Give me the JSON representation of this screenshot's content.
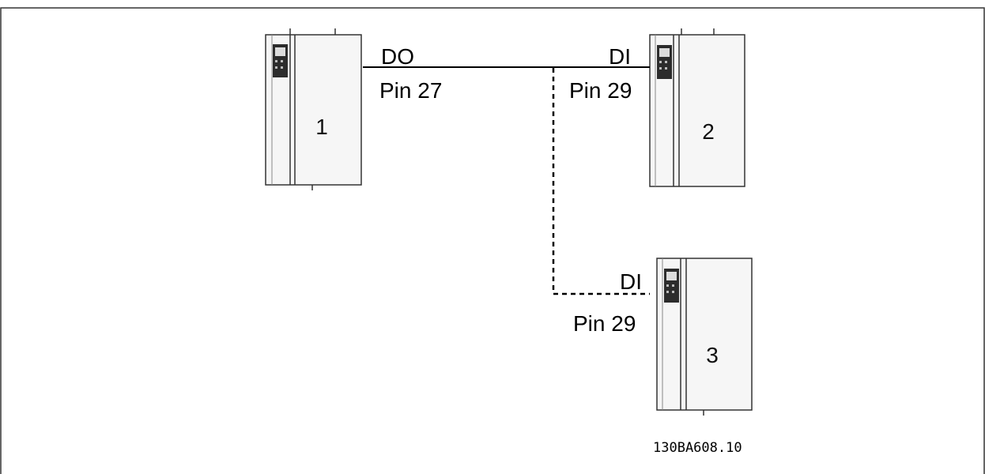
{
  "drives": [
    {
      "number": "1"
    },
    {
      "number": "2"
    },
    {
      "number": "3"
    }
  ],
  "connections": {
    "output": {
      "signal": "DO",
      "pin": "Pin 27"
    },
    "input_drive_2": {
      "signal": "DI",
      "pin": "Pin 29"
    },
    "input_drive_3": {
      "signal": "DI",
      "pin": "Pin 29"
    }
  },
  "figure_code": "130BA608.10",
  "line_color": "#000000"
}
